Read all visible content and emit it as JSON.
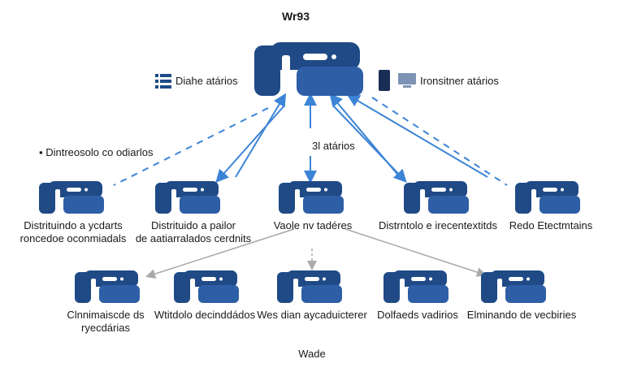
{
  "title": "Wr93",
  "footer": "Wade",
  "legend": {
    "left": "Diahe atários",
    "right": "Ironsitner atários",
    "upper_left": "Dintreosolo co odiarlos",
    "center": "3l atários"
  },
  "row1": [
    {
      "line1": "Distrituindo a ycdarts",
      "line2": "roncedoe oconmiadals"
    },
    {
      "line1": "Distrituido a pailor",
      "line2": "de aatiarralados cerdnits"
    },
    {
      "line1": "Vaole nv tadéres",
      "line2": ""
    },
    {
      "line1": "Distrntolo e irecentextitds",
      "line2": ""
    },
    {
      "line1": "Redo Etectmtains",
      "line2": ""
    }
  ],
  "row2": [
    {
      "line1": "Clnnimaiscde ds",
      "line2": "ryecdárias"
    },
    {
      "line1": "Wtitdolo decinddádos",
      "line2": ""
    },
    {
      "line1": "Wes dian aycaduicterer",
      "line2": ""
    },
    {
      "line1": "Dolfaeds vadirios",
      "line2": ""
    },
    {
      "line1": "Elminando de vecbiries",
      "line2": ""
    }
  ],
  "colors": {
    "server_dark": "#1f4a86",
    "server_light": "#2d5ea6",
    "arrow_blue": "#3b84d6",
    "line_gray": "#a9a9a9"
  }
}
